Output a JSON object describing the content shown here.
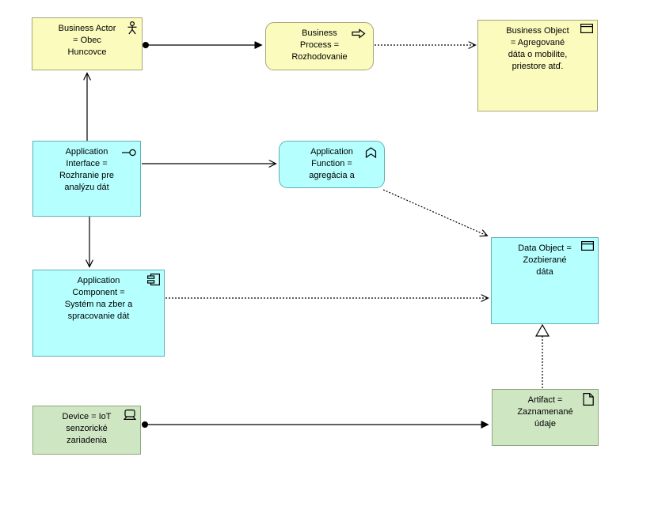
{
  "colors": {
    "business_fill": "#FBFBBE",
    "business_border": "#A6A67E",
    "application_fill": "#B5FFFF",
    "application_border": "#5FB0B5",
    "technology_fill": "#CFE6C3",
    "technology_border": "#8CA87E",
    "connector": "#000000",
    "background": "#FFFFFF"
  },
  "nodes": {
    "business_actor": {
      "type": "Business Actor",
      "icon": "actor-icon",
      "label": "Business Actor = Obec Huncovce",
      "lines": [
        "Business Actor",
        "= Obec",
        "Huncovce"
      ]
    },
    "business_process": {
      "type": "Business Process",
      "icon": "process-icon",
      "label": "Business Process = Rozhodovanie",
      "lines": [
        "Business",
        "Process =",
        "Rozhodovanie"
      ]
    },
    "business_object": {
      "type": "Business Object",
      "icon": "object-icon",
      "label": "Business Object = Agregované dáta o mobilite, priestore atď.",
      "lines": [
        "Business Object",
        "= Agregované",
        "dáta o mobilite,",
        "priestore atď."
      ]
    },
    "application_interface": {
      "type": "Application Interface",
      "icon": "interface-icon",
      "label": "Application Interface = Rozhranie pre analýzu dát",
      "lines": [
        "Application",
        "Interface =",
        "Rozhranie pre",
        "analýzu dát"
      ]
    },
    "application_function": {
      "type": "Application Function",
      "icon": "function-icon",
      "label": "Application Function = agregácia a",
      "lines": [
        "Application",
        "Function =",
        "agregácia a"
      ]
    },
    "data_object": {
      "type": "Data Object",
      "icon": "object-icon",
      "label": "Data Object = Zozbierané dáta",
      "lines": [
        "Data Object =",
        "Zozbierané",
        "dáta"
      ]
    },
    "application_component": {
      "type": "Application Component",
      "icon": "component-icon",
      "label": "Application Component = Systém na zber a spracovanie dát",
      "lines": [
        "Application",
        "Component =",
        "Systém na zber a",
        "spracovanie dát"
      ]
    },
    "device": {
      "type": "Device",
      "icon": "device-icon",
      "label": "Device = IoT senzorické zariadenia",
      "lines": [
        "Device = IoT",
        "senzorické",
        "zariadenia"
      ]
    },
    "artifact": {
      "type": "Artifact",
      "icon": "artifact-icon",
      "label": "Artifact = Zaznamenané údaje",
      "lines": [
        "Artifact =",
        "Zaznamenané",
        "údaje"
      ]
    }
  },
  "relationships": [
    {
      "source": "business_actor",
      "target": "business_process",
      "style": "solid",
      "start": "ball",
      "end": "filled-arrow"
    },
    {
      "source": "business_process",
      "target": "business_object",
      "style": "dotted",
      "end": "open-arrow"
    },
    {
      "source": "application_interface",
      "target": "business_actor",
      "style": "solid",
      "end": "open-arrow"
    },
    {
      "source": "application_interface",
      "target": "application_function",
      "style": "solid",
      "end": "open-arrow"
    },
    {
      "source": "application_interface",
      "target": "application_component",
      "style": "solid",
      "end": "open-arrow"
    },
    {
      "source": "application_function",
      "target": "data_object",
      "style": "dotted",
      "end": "open-arrow"
    },
    {
      "source": "application_component",
      "target": "data_object",
      "style": "dotted",
      "end": "open-arrow"
    },
    {
      "source": "artifact",
      "target": "data_object",
      "style": "dotted",
      "end": "hollow-triangle"
    },
    {
      "source": "device",
      "target": "artifact",
      "style": "solid",
      "start": "ball",
      "end": "filled-arrow"
    }
  ]
}
